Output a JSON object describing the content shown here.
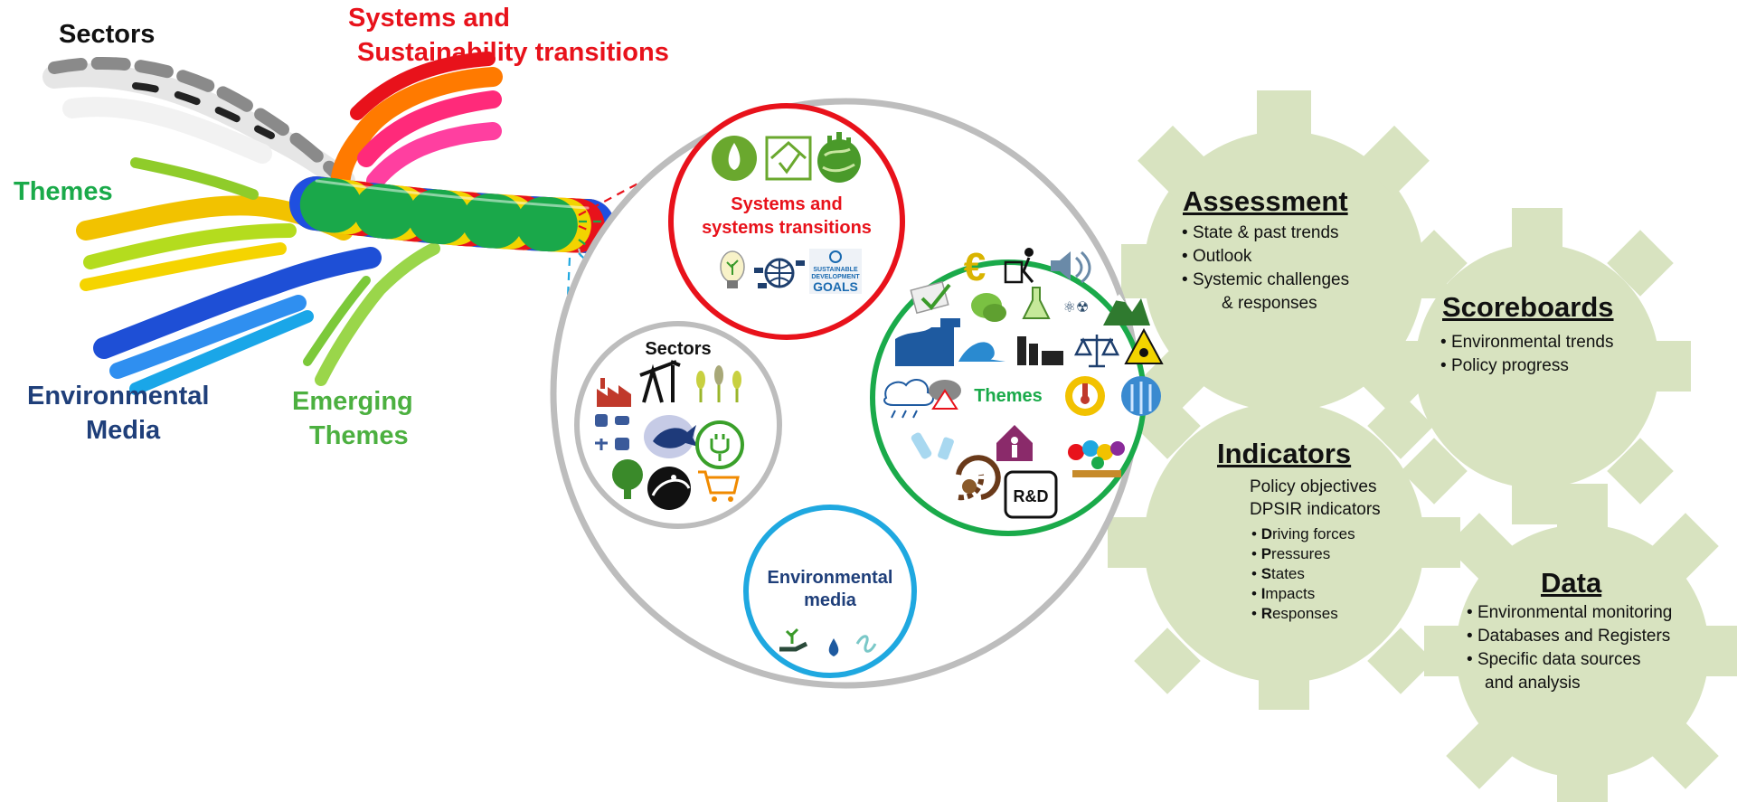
{
  "rope_labels": {
    "sectors": "Sectors",
    "systems_line1": "Systems and",
    "systems_line2": "Sustainability transitions",
    "themes": "Themes",
    "env_media_line1": "Environmental",
    "env_media_line2": "Media",
    "emerging_line1": "Emerging",
    "emerging_line2": "Themes"
  },
  "circles": {
    "systems_line1": "Systems and",
    "systems_line2": "systems transitions",
    "sdg_text_1": "SUSTAINABLE",
    "sdg_text_2": "DEVELOPMENT",
    "sdg_text_3": "GOALS",
    "sectors": "Sectors",
    "themes": "Themes",
    "rd_badge": "R&D",
    "env_media_line1": "Environmental",
    "env_media_line2": "media"
  },
  "gears": {
    "assessment": {
      "title": "Assessment",
      "items": [
        "State & past trends",
        "Outlook",
        "Systemic challenges"
      ],
      "continuation": "& responses"
    },
    "scoreboards": {
      "title": "Scoreboards",
      "items": [
        "Environmental trends",
        "Policy progress"
      ]
    },
    "indicators": {
      "title": "Indicators",
      "line1": "Policy objectives",
      "line2": "DPSIR indicators",
      "dpsir": [
        {
          "initial": "D",
          "rest": "riving forces"
        },
        {
          "initial": "P",
          "rest": "ressures"
        },
        {
          "initial": "S",
          "rest": "tates"
        },
        {
          "initial": "I",
          "rest": "mpacts"
        },
        {
          "initial": "R",
          "rest": "esponses"
        }
      ]
    },
    "data": {
      "title": "Data",
      "items": [
        "Environmental monitoring",
        "Databases and Registers",
        "Specific data sources"
      ],
      "continuation": "and analysis"
    }
  },
  "colors": {
    "red": "#e8121b",
    "green": "#1aaa4a",
    "blue": "#1fa8e0",
    "navy": "#1f3f7a",
    "gear": "#d8e3c0",
    "gray_ring": "#bdbdbd"
  },
  "icons": [
    "water-drop-leaf-icon",
    "green-house-icon",
    "green-globe-icon",
    "lightbulb-plant-icon",
    "transport-globe-icon",
    "sdg-goals-icon",
    "factory-icon",
    "oil-pump-icon",
    "wheat-icon",
    "transport-icon",
    "fish-icon",
    "tree-icon",
    "surfer-icon",
    "plug-leaf-icon",
    "shopping-cart-icon",
    "euro-icon",
    "litter-bin-icon",
    "noise-speaker-icon",
    "checklist-icon",
    "leaf-icon",
    "flask-icon",
    "chemicals-icon",
    "mountain-forest-icon",
    "water-tap-icon",
    "wave-icon",
    "industry-icon",
    "scales-icon",
    "radiation-icon",
    "rain-cloud-icon",
    "warning-cloud-icon",
    "thermometer-icon",
    "waterfall-icon",
    "plastic-bottle-icon",
    "home-person-icon",
    "speech-bubbles-icon",
    "circular-economy-icon",
    "hand-plant-icon",
    "droplet-icon",
    "air-icon"
  ]
}
